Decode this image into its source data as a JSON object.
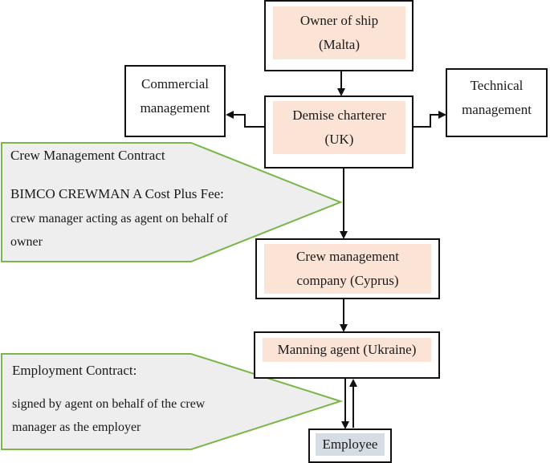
{
  "boxes": {
    "owner": {
      "line1": "Owner of ship",
      "line2": "(Malta)"
    },
    "commercial": {
      "line1": "Commercial",
      "line2": "management"
    },
    "charterer": {
      "line1": "Demise charterer",
      "line2": "(UK)"
    },
    "technical": {
      "line1": "Technical",
      "line2": "management"
    },
    "crew_company": {
      "line1": "Crew management",
      "line2": "company (Cyprus)"
    },
    "manning": {
      "line1": "Manning agent (Ukraine)"
    },
    "employee": {
      "line1": "Employee"
    }
  },
  "callouts": {
    "crew_contract": {
      "title": "Crew Management Contract",
      "line1": "BIMCO CREWMAN A Cost Plus Fee:",
      "line2": "crew manager acting as agent on behalf of",
      "line3": "owner"
    },
    "employment_contract": {
      "title": "Employment Contract:",
      "line1": "signed by agent on behalf of the crew",
      "line2": "manager as the employer"
    }
  },
  "colors": {
    "box_fill": "#fbe3d6",
    "employee_fill": "#d5dce4",
    "callout_fill": "#eeeeee",
    "callout_border": "#7ab648",
    "line": "#111111"
  }
}
